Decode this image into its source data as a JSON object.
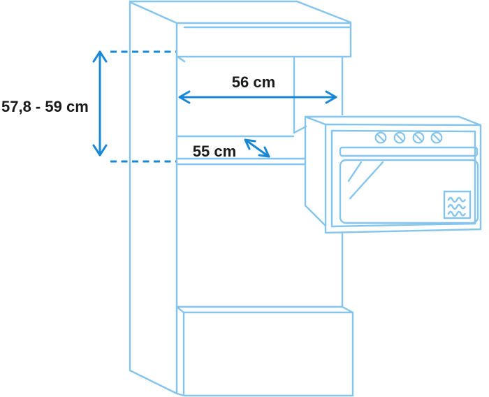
{
  "labels": {
    "height_range": "57,8 - 59 cm",
    "width": "56 cm",
    "depth": "55 cm"
  },
  "colors": {
    "outline": "#85C4EC",
    "dimension": "#1787D6",
    "text": "#1A1A1A",
    "background": "#FFFFFF"
  },
  "icons": {
    "oven_knobs": "four-slashed-circle-knobs",
    "microwave": "microwave-waves",
    "height_arrow": "vertical-double-arrow",
    "width_arrow": "horizontal-double-arrow",
    "depth_arrow": "diagonal-double-arrow"
  }
}
